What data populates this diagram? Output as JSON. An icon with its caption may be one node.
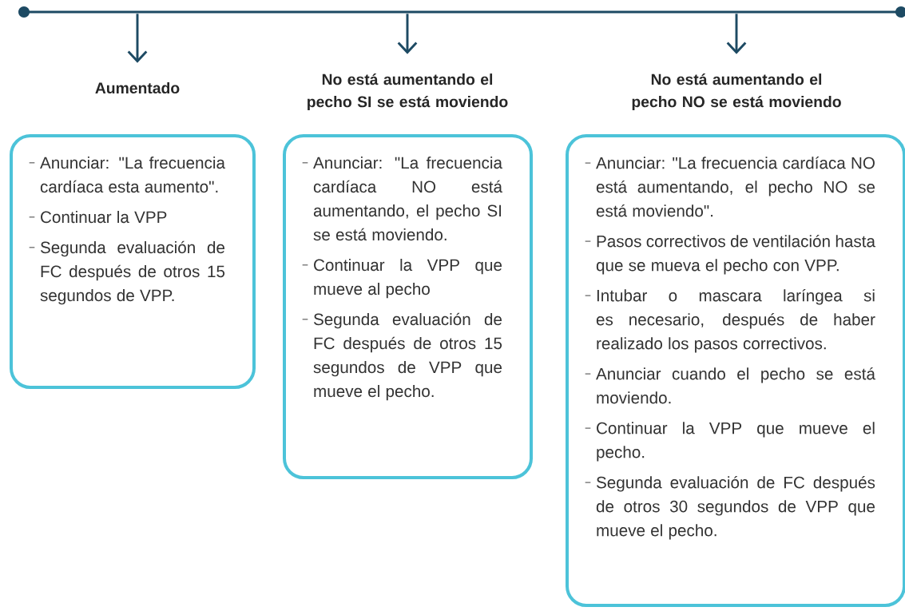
{
  "diagram": {
    "nodes": [
      {
        "text": [],
        "shape": "bar"
      },
      {
        "text": [
          "Aumentado"
        ]
      },
      {
        "text": [
          "No está aumentando el pecho SI se está moviendo"
        ]
      },
      {
        "text": [
          "No está aumentando el pecho NO se está moviendo"
        ]
      },
      {
        "text": [
          "Anunciar: \"La frecuencia cardíaca esta aumento\".",
          "Continuar la VPP",
          "Segunda evaluación de FC después de otros 15 segundos de VPP."
        ]
      },
      {
        "text": [
          "Anunciar: \"La frecuencia cardíaca NO está aumentando, el pecho SI se está moviendo.",
          "Continuar la VPP que mueve al pecho",
          "Segunda evaluación de FC después de otros 15 segundos de VPP que mueve el pecho."
        ]
      },
      {
        "text": [
          "Anunciar: \"La frecuencia cardíaca NO está aumentando, el pecho NO se está moviendo\".",
          "Pasos correctivos de ventilación hasta que se mueva el pecho con VPP.",
          "Intubar o mascara laríngea si es necesario, después de haber realizado los pasos correctivos.",
          "Anunciar cuando el pecho se está moviendo.",
          "Continuar la VPP que mueve el pecho.",
          "Segunda evaluación de FC después de otros 30 segundos de VPP que mueve el pecho."
        ]
      }
    ],
    "edges": [
      {
        "from": 0,
        "to": 1,
        "arrow": "to"
      },
      {
        "from": 0,
        "to": 2,
        "arrow": "to"
      },
      {
        "from": 0,
        "to": 3,
        "arrow": "to"
      }
    ]
  }
}
